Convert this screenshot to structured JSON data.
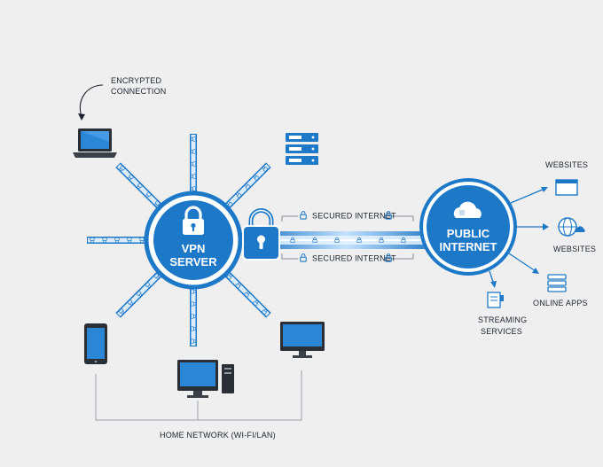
{
  "labels": {
    "encrypted_line1": "ENCRYPTED",
    "encrypted_line2": "CONNECTION",
    "vpn_line1": "VPN",
    "vpn_line2": "SERVER",
    "public_line1": "PUBLIC",
    "public_line2": "INTERNET",
    "secured_top": "SECURED INTERNET",
    "secured_bottom": "SECURED INTERNET",
    "websites_top": "WEBSITES",
    "websites_mid": "WEBSITES",
    "online_apps": "ONLINE APPS",
    "streaming_line1": "STREAMING",
    "streaming_line2": "SERVICES",
    "home_network": "HOME NETWORK (WI-FI/LAN)"
  },
  "icons": {
    "laptop": "laptop-icon",
    "server": "server-rack-icon",
    "phone": "smartphone-icon",
    "desktop": "desktop-computer-icon",
    "monitor": "monitor-icon",
    "padlock": "padlock-icon",
    "cloud": "cloud-icon",
    "browser": "browser-window-icon",
    "globe": "globe-icon",
    "database": "database-icon",
    "streaming": "streaming-device-icon"
  },
  "colors": {
    "primary": "#1e78c8",
    "dark": "#0f5ea8",
    "light": "#cfe3f5",
    "background": "#efefef",
    "text": "#1d2430"
  }
}
